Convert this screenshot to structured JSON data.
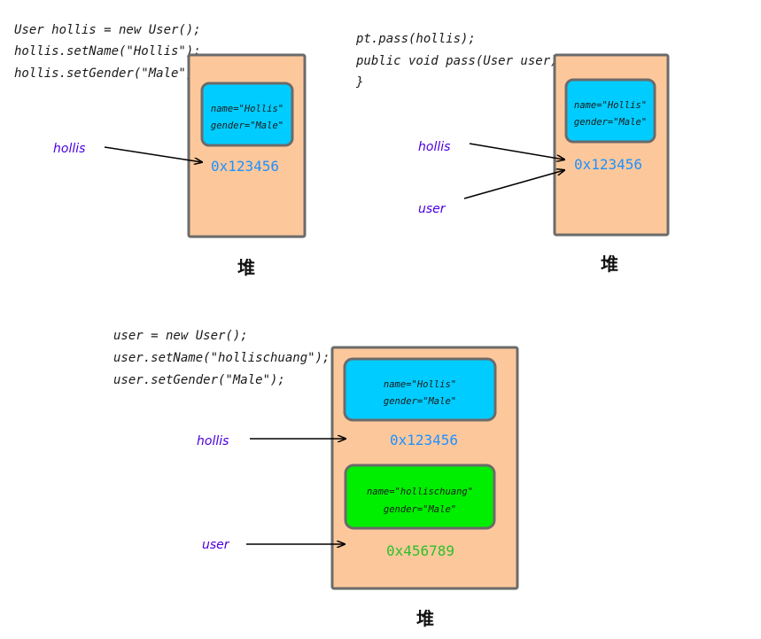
{
  "colors": {
    "heap_fill": "#FCC89B",
    "heap_stroke": "#6b6b6b",
    "object_blue": "#00CCFF",
    "object_green": "#00EE00",
    "address_blue": "#1E90FF",
    "address_green": "#2BC02B",
    "pointer_label": "#4B00E0"
  },
  "panel1": {
    "code": [
      "User hollis = new User();",
      "hollis.setName(\"Hollis\");",
      "hollis.setGender(\"Male\");"
    ],
    "object_name": "name=\"Hollis\"",
    "object_gender": "gender=\"Male\"",
    "address": "0x123456",
    "pointer": "hollis",
    "heap_label": "堆"
  },
  "panel2": {
    "code": [
      "pt.pass(hollis);",
      "public void pass(User user) {",
      "}"
    ],
    "object_name": "name=\"Hollis\"",
    "object_gender": "gender=\"Male\"",
    "address": "0x123456",
    "pointer_a": "hollis",
    "pointer_b": "user",
    "heap_label": "堆"
  },
  "panel3": {
    "code": [
      "user = new User();",
      "user.setName(\"hollischuang\");",
      "user.setGender(\"Male\");"
    ],
    "object1_name": "name=\"Hollis\"",
    "object1_gender": "gender=\"Male\"",
    "address1": "0x123456",
    "object2_name": "name=\"hollischuang\"",
    "object2_gender": "gender=\"Male\"",
    "address2": "0x456789",
    "pointer_a": "hollis",
    "pointer_b": "user",
    "heap_label": "堆"
  }
}
